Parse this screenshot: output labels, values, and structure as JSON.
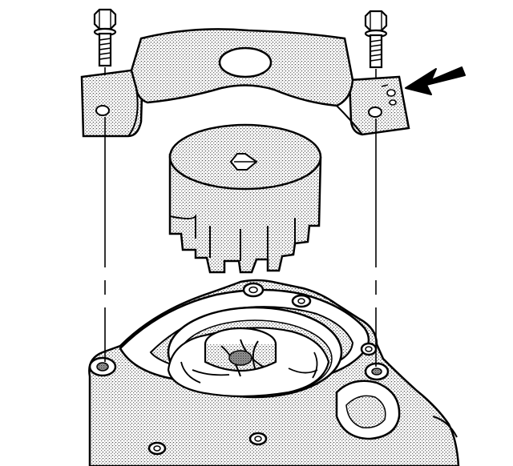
{
  "figure": {
    "components": {
      "bolt_left": "bolt",
      "bolt_right": "bolt",
      "retainer_bracket": "bracket",
      "cup_tool": "cup",
      "housing": "pump-housing",
      "impeller": "impeller",
      "callout_arrow": "arrow"
    },
    "colors": {
      "line": "#000000",
      "fill": "#ffffff",
      "stipple": "#6b6b6b"
    }
  }
}
